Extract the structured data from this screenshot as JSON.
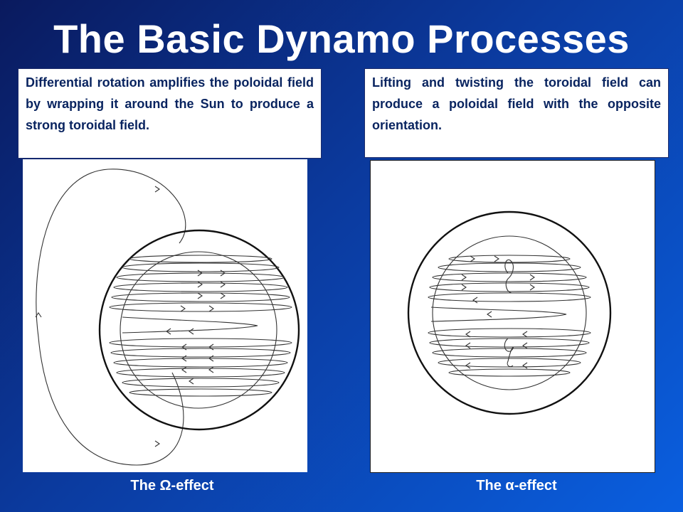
{
  "slide": {
    "title": "The Basic Dynamo Processes"
  },
  "left": {
    "caption": "Differential rotation amplifies the poloidal field by wrapping it around the Sun to produce a strong toroidal field.",
    "label": "The Ω-effect"
  },
  "right": {
    "caption": "Lifting and twisting the toroidal field can produce a poloidal field with the opposite orientation.",
    "label": "The α-effect"
  },
  "colors": {
    "background_top": "#0a1a5e",
    "background_bottom": "#0a5fe0",
    "caption_text": "#08235f",
    "line": "#333333"
  }
}
